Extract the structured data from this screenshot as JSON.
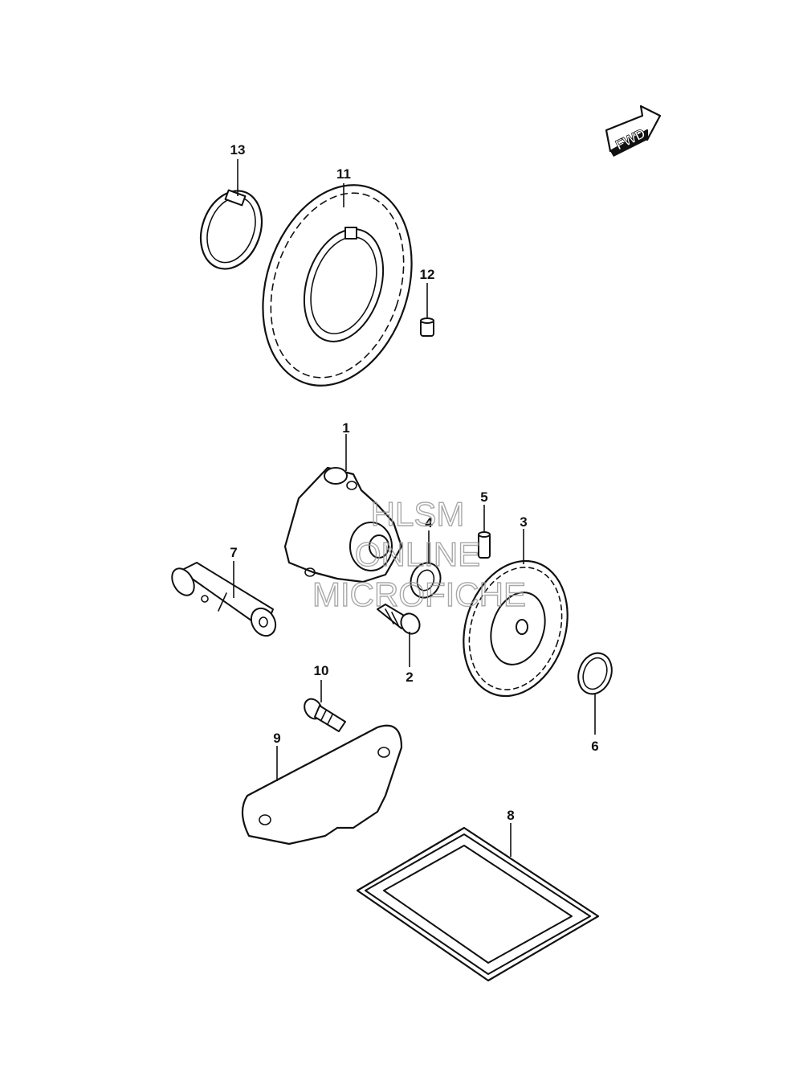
{
  "fwd_label": "FWD",
  "watermark": {
    "line1": "HLSM",
    "line2": "ONLINE",
    "line3": "MICROFICHE"
  },
  "callouts": {
    "c1": "1",
    "c2": "2",
    "c3": "3",
    "c4": "4",
    "c5": "5",
    "c6": "6",
    "c7": "7",
    "c8": "8",
    "c9": "9",
    "c10": "10",
    "c11": "11",
    "c12": "12",
    "c13": "13"
  }
}
